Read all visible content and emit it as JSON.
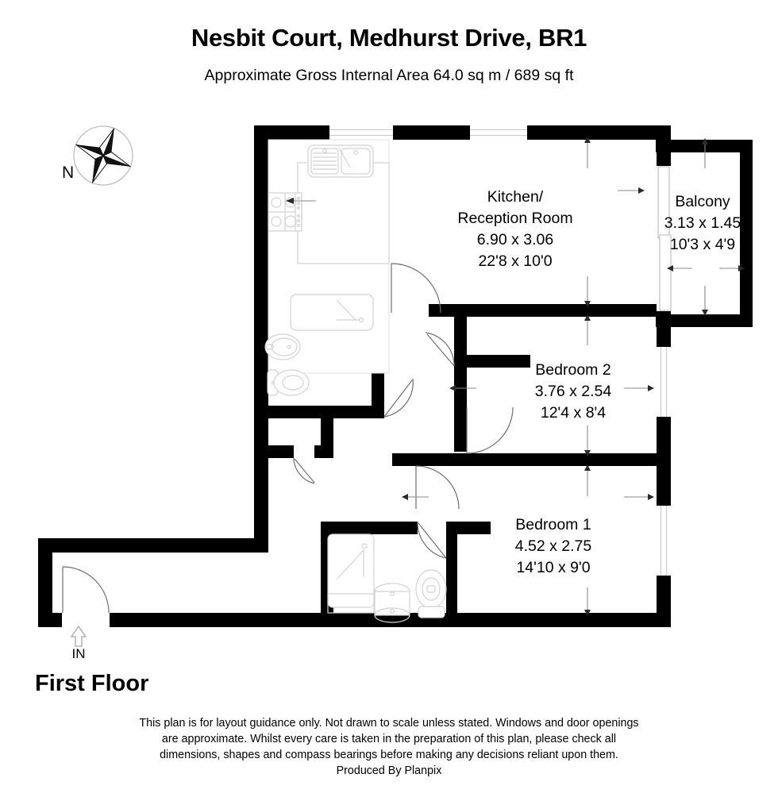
{
  "header": {
    "title": "Nesbit Court, Medhurst Drive, BR1",
    "subtitle": "Approximate Gross Internal Area 64.0 sq m / 689 sq ft"
  },
  "compass": {
    "north_label": "N",
    "icon": "compass-rose-icon"
  },
  "entrance": {
    "label": "IN",
    "icon": "up-arrow-icon"
  },
  "floor_label": "First Floor",
  "rooms": [
    {
      "id": "kitchen-reception",
      "name_line1": "Kitchen/",
      "name_line2": "Reception Room",
      "metric": "6.90 x 3.06",
      "imperial": "22'8 x 10'0"
    },
    {
      "id": "balcony",
      "name_line1": "Balcony",
      "metric": "3.13 x 1.45",
      "imperial": "10'3 x 4'9"
    },
    {
      "id": "bedroom-2",
      "name_line1": "Bedroom 2",
      "metric": "3.76 x 2.54",
      "imperial": "12'4 x 8'4"
    },
    {
      "id": "bedroom-1",
      "name_line1": "Bedroom 1",
      "metric": "4.52 x 2.75",
      "imperial": "14'10 x 9'0"
    }
  ],
  "footer": {
    "line1": "This plan is for layout guidance only. Not drawn to scale unless stated. Windows and door openings",
    "line2": "are approximate. Whilst every care is taken in the preparation of this plan, please check all",
    "line3": "dimensions, shapes and compass bearings before making any decisions reliant upon them.",
    "producer": "Produced By Planpix"
  },
  "colors": {
    "wall": "#000000",
    "background": "#ffffff",
    "fixture_stroke": "#d2d2d2",
    "door_arc": "#6f6f6f",
    "dimension": "#8a8a8a"
  }
}
